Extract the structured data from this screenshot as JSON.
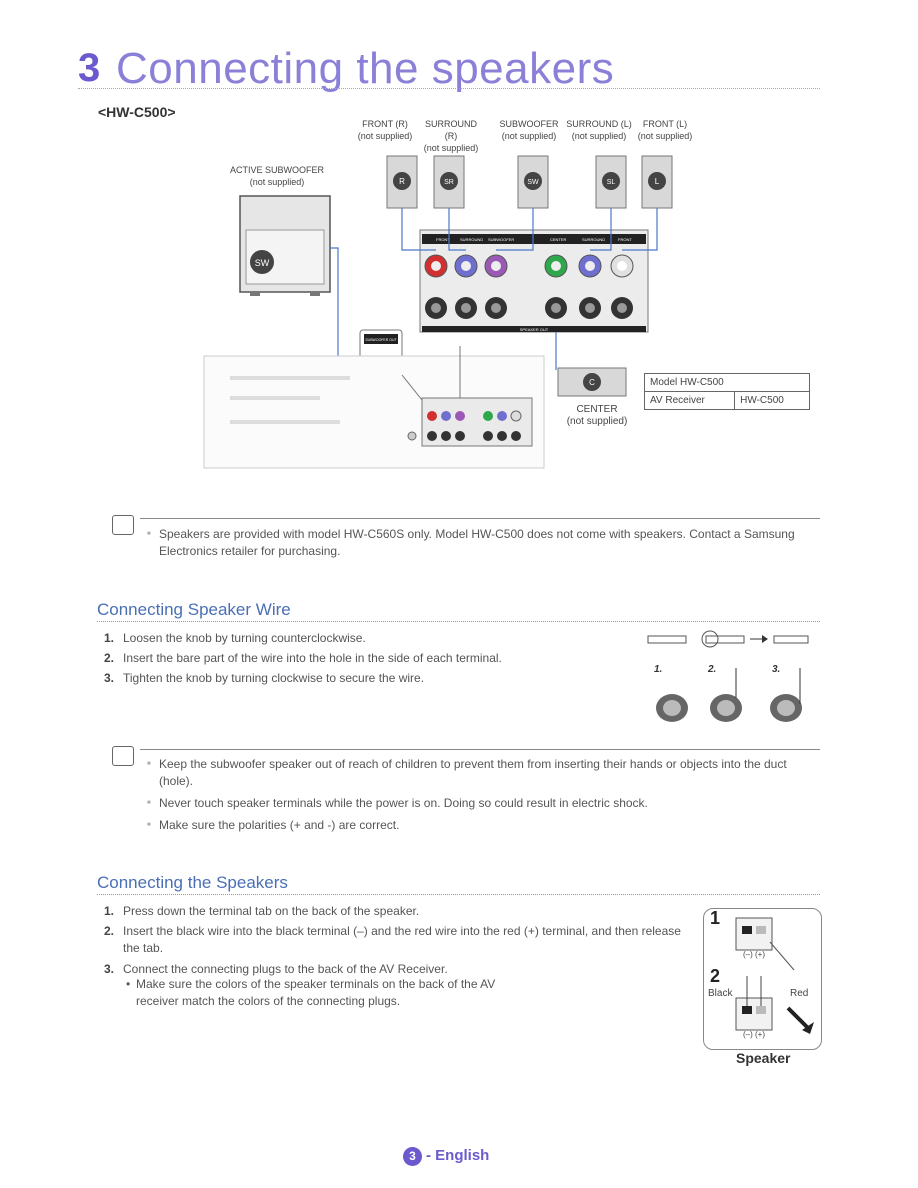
{
  "header": {
    "number": "3",
    "title": "Connecting the speakers",
    "model": "<HW-C500>"
  },
  "diagram": {
    "speaker_labels": [
      {
        "name": "FRONT (R)",
        "sub": "(not supplied)",
        "badge": "R"
      },
      {
        "name": "SURROUND (R)",
        "sub": "(not supplied)",
        "badge": "SR"
      },
      {
        "name": "SUBWOOFER",
        "sub": "(not supplied)",
        "badge": "SW"
      },
      {
        "name": "SURROUND (L)",
        "sub": "(not supplied)",
        "badge": "SL"
      },
      {
        "name": "FRONT (L)",
        "sub": "(not supplied)",
        "badge": "L"
      }
    ],
    "active_sub": {
      "name": "ACTIVE SUBWOOFER",
      "sub": "(not supplied)",
      "badge": "SW"
    },
    "center": {
      "name": "CENTER",
      "sub": "(not supplied)",
      "badge": "C"
    },
    "panel_labels": [
      "FRONT",
      "SURROUND",
      "SUBWOOFER",
      "CENTER",
      "SURROUND",
      "FRONT"
    ],
    "panel_footer": "SPEAKER OUT",
    "sub_out_label": "SUBWOOFER OUT",
    "model_table": {
      "header": "Model HW-C500",
      "row_label": "AV Receiver",
      "row_value": "HW-C500"
    }
  },
  "note1": "Speakers are provided with model HW-C560S only. Model HW-C500 does not come with speakers. Contact a Samsung Electronics retailer for purchasing.",
  "wire_section": {
    "title": "Connecting Speaker Wire",
    "steps": [
      "Loosen the knob by turning counterclockwise.",
      "Insert the bare part of the wire into the hole in the side of each terminal.",
      "Tighten the knob by turning clockwise to secure the wire."
    ],
    "fig_steps": [
      "1.",
      "2.",
      "3."
    ]
  },
  "note2": [
    "Keep the subwoofer speaker out of reach of children to prevent them from inserting their hands or objects into the duct (hole).",
    "Never touch speaker terminals while the power is on. Doing so could result in electric shock.",
    "Make sure the polarities (+ and -) are correct."
  ],
  "speakers_section": {
    "title": "Connecting the Speakers",
    "steps": [
      "Press down the terminal tab on the back of the speaker.",
      "Insert the black wire into the black terminal (–) and the red wire into the red (+) terminal, and then release the tab.",
      "Connect the connecting plugs to the back of the AV Receiver."
    ],
    "bullet": "Make sure the colors of the speaker terminals on the back of the AV receiver match the colors of the connecting plugs.",
    "fig": {
      "step1": "1",
      "step2": "2",
      "black": "Black",
      "red": "Red",
      "polarity": "(–)  (+)",
      "caption": "Speaker"
    }
  },
  "footer": {
    "page": "3",
    "lang": "- English"
  },
  "colors": {
    "title": "#6a5acd",
    "section": "#4a6fb5",
    "front": "#d23030",
    "surround": "#6f6fd0",
    "subwoofer": "#9b59b6",
    "center": "#2ea84a"
  }
}
